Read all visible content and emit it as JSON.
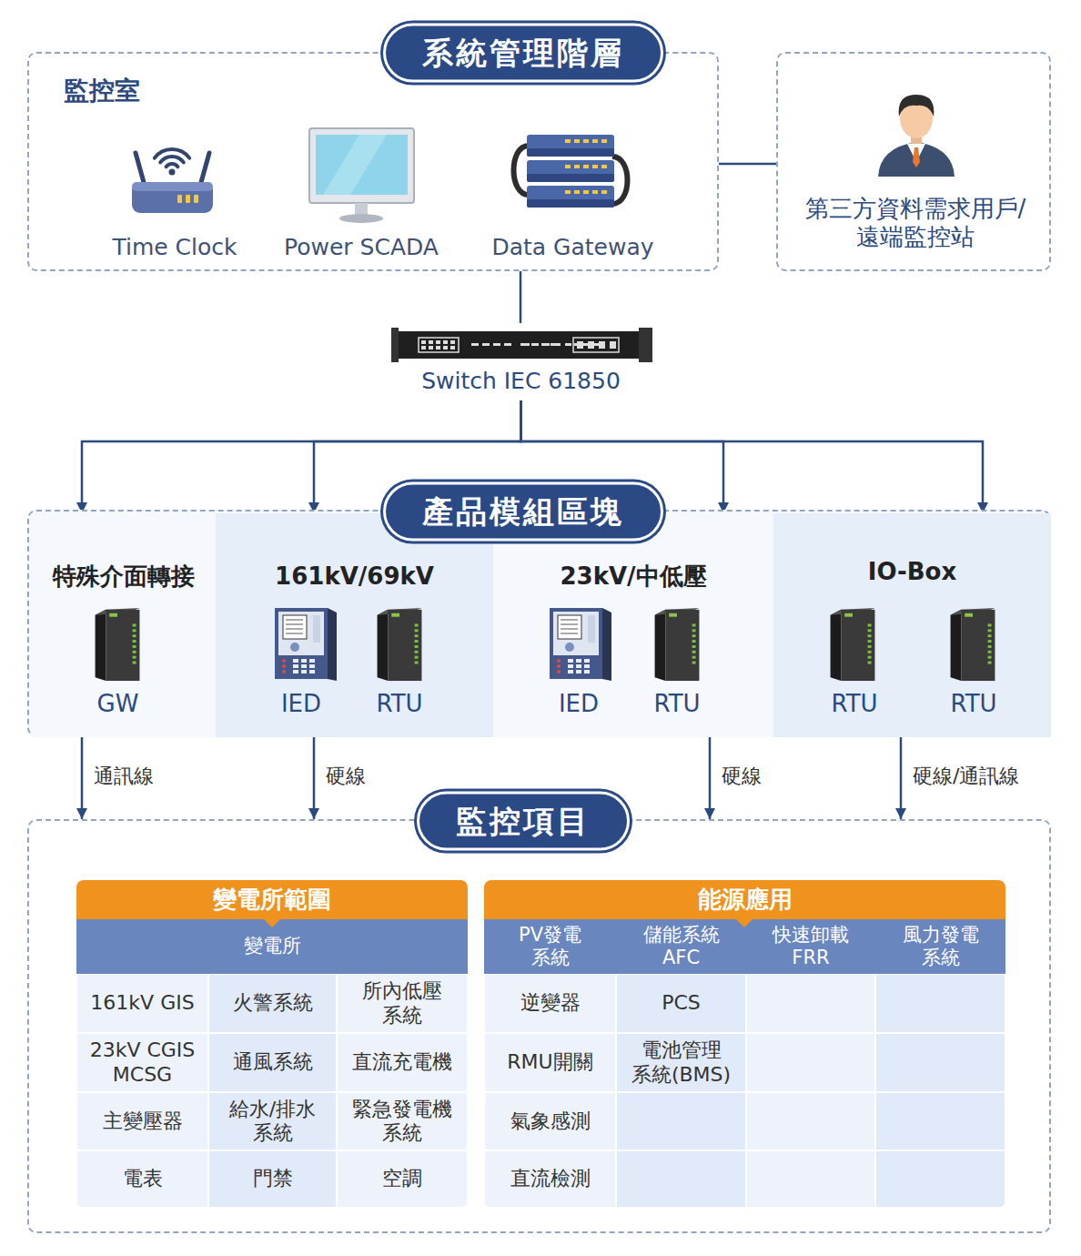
{
  "diagram": {
    "nodes": [
      {
        "text": [
          "系統管理階層",
          "監控室"
        ]
      },
      {
        "text": [
          "Time Clock"
        ],
        "in": 0
      },
      {
        "text": [
          "Power SCADA"
        ],
        "in": 0
      },
      {
        "text": [
          "Data Gateway"
        ],
        "in": 0
      },
      {
        "text": [
          "第三方資料需求用戶/ 遠端監控站"
        ]
      },
      {
        "text": [
          "Switch IEC 61850"
        ]
      },
      {
        "text": [
          "產品模組區塊"
        ]
      },
      {
        "text": [
          "特殊介面轉接"
        ],
        "in": 6
      },
      {
        "text": [
          "GW"
        ],
        "in": 7
      },
      {
        "text": [
          "161kV/69kV"
        ],
        "in": 6
      },
      {
        "text": [
          "IED"
        ],
        "in": 9
      },
      {
        "text": [
          "RTU"
        ],
        "in": 9
      },
      {
        "text": [
          "23kV/中低壓"
        ],
        "in": 6
      },
      {
        "text": [
          "IED"
        ],
        "in": 12
      },
      {
        "text": [
          "RTU"
        ],
        "in": 12
      },
      {
        "text": [
          "IO-Box"
        ],
        "in": 6
      },
      {
        "text": [
          "RTU"
        ],
        "in": 15
      },
      {
        "text": [
          "RTU"
        ],
        "in": 15
      },
      {
        "text": [
          "監控項目"
        ]
      },
      {
        "text": [
          "變電所範圍"
        ],
        "in": 18
      },
      {
        "text": [
          "能源應用"
        ],
        "in": 18
      }
    ],
    "edges": [
      {
        "from": 0,
        "to": 4,
        "arrow": "none"
      },
      {
        "from": 0,
        "to": 5,
        "arrow": "none"
      },
      {
        "from": 5,
        "to": 7,
        "arrow": "to"
      },
      {
        "from": 5,
        "to": 9,
        "arrow": "to"
      },
      {
        "from": 5,
        "to": 12,
        "arrow": "to"
      },
      {
        "from": 5,
        "to": 15,
        "arrow": "to"
      },
      {
        "from": 7,
        "to": 18,
        "arrow": "to",
        "label": "通訊線"
      },
      {
        "from": 9,
        "to": 18,
        "arrow": "to",
        "label": "硬線"
      },
      {
        "from": 12,
        "to": 18,
        "arrow": "to",
        "label": "硬線"
      },
      {
        "from": 15,
        "to": 18,
        "arrow": "to",
        "label": "硬線/通訊線"
      }
    ],
    "labels": [
      "變電所",
      "161kV GIS",
      "火警系統",
      "所內低壓 系統",
      "23kV CGIS MCSG",
      "通風系統",
      "直流充電機",
      "主變壓器",
      "給水/排水 系統",
      "緊急發電機 系統",
      "電表",
      "門禁",
      "空調",
      "PV發電 系統",
      "儲能系統 AFC",
      "快速卸載 FRR",
      "風力發電 系統",
      "逆變器",
      "PCS",
      "RMU開關",
      "電池管理 系統(BMS)",
      "氣象感測",
      "直流檢測"
    ]
  }
}
